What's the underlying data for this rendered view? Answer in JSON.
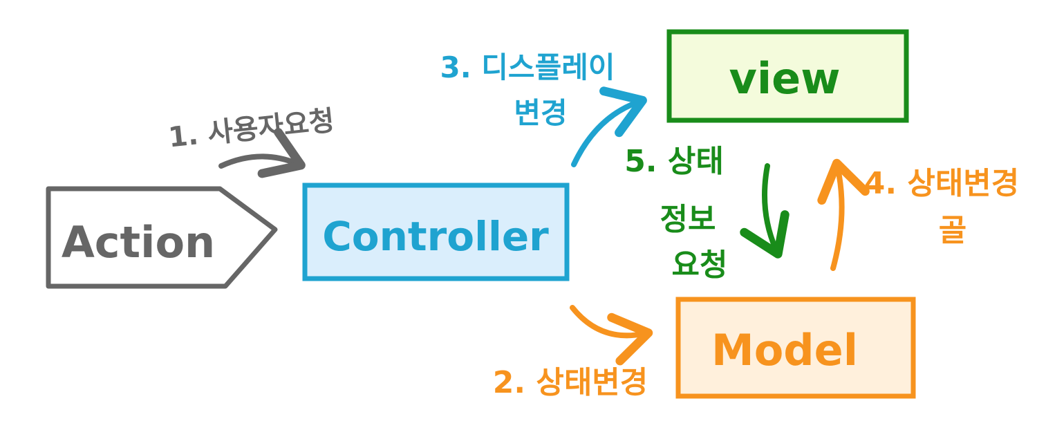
{
  "colors": {
    "action": "#666666",
    "controller": "#1fa3d0",
    "controller_fill": "#daeefc",
    "view": "#198c1a",
    "view_fill": "#f4fbdc",
    "model": "#f7931e",
    "model_fill": "#fff0dc",
    "arrow_user": "#666666"
  },
  "nodes": {
    "action": "Action",
    "controller": "Controller",
    "view": "view",
    "model": "Model"
  },
  "steps": {
    "s1": "1. 사용자요청",
    "s2": "2. 상태변경",
    "s3_line1": "3. 디스플레이",
    "s3_line2": "변경",
    "s4_line1": "4. 상태변경",
    "s4_line2": "골",
    "s5_line1": "5. 상태",
    "s5_line2": "정보",
    "s5_line3": "요청"
  }
}
